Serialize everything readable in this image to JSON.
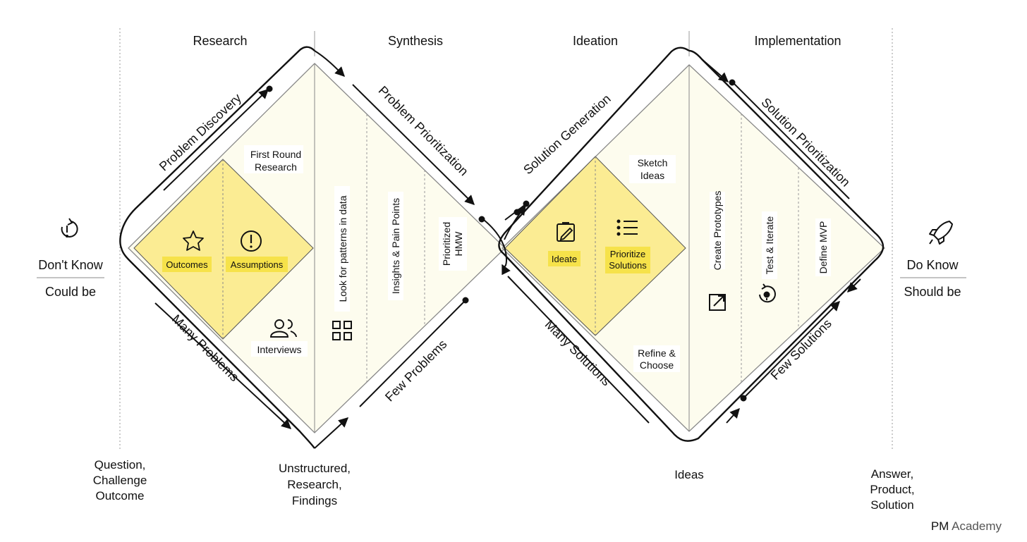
{
  "phases": [
    "Research",
    "Synthesis",
    "Ideation",
    "Implementation"
  ],
  "arrows": {
    "problem_discovery": "Problem Discovery",
    "problem_prioritization": "Problem Prioritization",
    "many_problems": "Many Problems",
    "few_problems": "Few Problems",
    "solution_generation": "Solution Generation",
    "solution_prioritization": "Solution Prioritization",
    "many_solutions": "Many Solutions",
    "few_solutions": "Few Solutions"
  },
  "left": {
    "top": "Don't Know",
    "bottom": "Could be"
  },
  "right": {
    "top": "Do Know",
    "bottom": "Should be"
  },
  "left_diamond": {
    "first_round": [
      "First Round",
      "Research"
    ],
    "outcomes": "Outcomes",
    "assumptions": "Assumptions",
    "interviews": "Interviews",
    "patterns": "Look for patterns in data",
    "insights": "Insights & Pain Points",
    "hmw": [
      "Prioritized",
      "HMW"
    ]
  },
  "right_diamond": {
    "sketch": [
      "Sketch",
      "Ideas"
    ],
    "ideate": "Ideate",
    "prioritize": [
      "Prioritize",
      "Solutions"
    ],
    "refine": [
      "Refine &",
      "Choose"
    ],
    "prototypes": "Create Prototypes",
    "test": "Test & Iterate",
    "mvp": "Define MVP"
  },
  "bottom": {
    "start": [
      "Question,",
      "Challenge",
      "Outcome"
    ],
    "mid": [
      "Unstructured,",
      "Research,",
      "Findings"
    ],
    "ideas": "Ideas",
    "end": [
      "Answer,",
      "Product,",
      "Solution"
    ]
  },
  "brand": {
    "pm": "PM",
    "academy": "Academy"
  },
  "colors": {
    "fill": "#fdfcee",
    "yellow": "#fbec93",
    "highlight": "#f6e24a",
    "line": "#111111"
  },
  "icons": [
    "unknown-icon",
    "rocket-icon",
    "star-icon",
    "exclamation-icon",
    "people-icon",
    "grid-icon",
    "edit-icon",
    "list-icon",
    "external-link-icon",
    "iterate-icon"
  ]
}
